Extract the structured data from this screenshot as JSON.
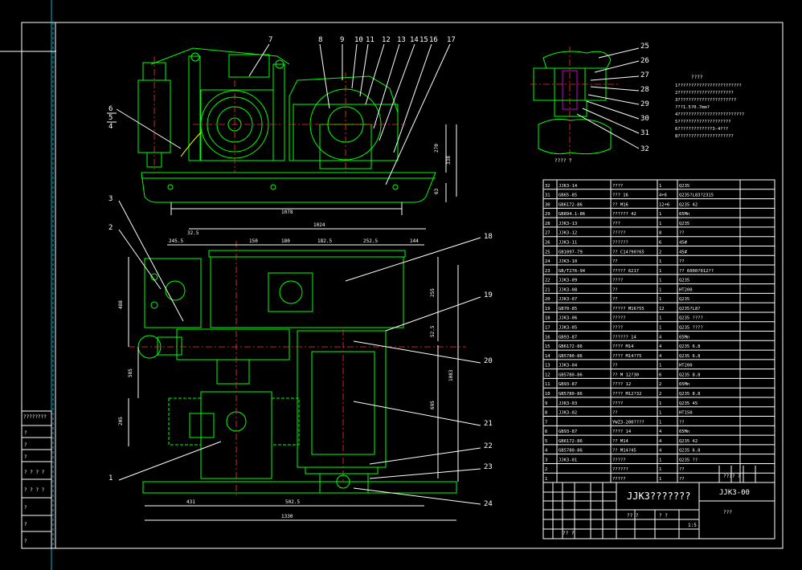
{
  "drawing": {
    "title_block": {
      "name": "JJK3???????",
      "code": "JJK3-00",
      "subtitle": "???",
      "scale": "1:5",
      "sheet_marks": [
        "?? ?",
        "? ?",
        "?? ?",
        "???? ?"
      ]
    },
    "tech_requirements": {
      "heading": "????",
      "lines": [
        "1????????????????????????",
        "2?????????????????????",
        "3??????????????????????",
        "  ???1.5?0.7mm?",
        "4?????????????????????????",
        "5????????????????????",
        "6?????????????3-4???",
        "8?????????????????????"
      ]
    },
    "side_view_caption": "???? ?",
    "balloons_top": [
      "7",
      "8",
      "9",
      "10",
      "11",
      "12",
      "13",
      "14",
      "15",
      "16",
      "17"
    ],
    "balloons_left": [
      "6",
      "5",
      "4"
    ],
    "balloons_plan": [
      "3",
      "2",
      "1"
    ],
    "balloons_right_plan": [
      "18",
      "19",
      "20",
      "21",
      "22",
      "23",
      "24"
    ],
    "balloons_side": [
      "25",
      "26",
      "27",
      "28",
      "29",
      "30",
      "31",
      "32"
    ],
    "dims_elevation": {
      "length": "1078",
      "h1": "270",
      "h2": "338",
      "h3": "63"
    },
    "dims_plan_top": [
      "32.5",
      "1024",
      "245.5",
      "150",
      "180",
      "182.5",
      "252.5",
      "144"
    ],
    "dims_plan_bottom": [
      "431",
      "502.5",
      "1330"
    ],
    "dims_plan_left": [
      "488",
      "585",
      "205"
    ],
    "dims_plan_right": [
      "255",
      "52.5",
      "1083",
      "695"
    ],
    "left_strip_label": "????????",
    "bom": [
      [
        "32",
        "JJK3-14",
        "????",
        "1",
        "Q235",
        ""
      ],
      [
        "31",
        "GB65-85",
        "??? 16",
        "4+6",
        "Q235?L83?2315",
        ""
      ],
      [
        "30",
        "GB6172-86",
        "?? M16",
        "12+6",
        "Q235  42",
        ""
      ],
      [
        "29",
        "GB894.1-86",
        "?????? 42",
        "1",
        "65Mn",
        ""
      ],
      [
        "28",
        "JJK3-13",
        "???",
        "1",
        "Q235",
        ""
      ],
      [
        "27",
        "JJK3-12",
        "?????",
        "8",
        "??",
        ""
      ],
      [
        "26",
        "JJK3-11",
        "??????",
        "6",
        "45#",
        ""
      ],
      [
        "25",
        "GB1097-79",
        "?? C14?90?65",
        "2",
        "45#",
        ""
      ],
      [
        "24",
        "JJK3-10",
        "??",
        "1",
        "??",
        ""
      ],
      [
        "23",
        "GB/T276-94",
        "?????  6217",
        "1",
        "?? 6000?012??",
        ""
      ],
      [
        "22",
        "JJK3-09",
        "????",
        "1",
        "Q235",
        ""
      ],
      [
        "21",
        "JJK3-08",
        "??",
        "1",
        "HT200",
        ""
      ],
      [
        "20",
        "JJK3-07",
        "??",
        "1",
        "Q235",
        ""
      ],
      [
        "19",
        "GB70-85",
        "?????  M16?55",
        "12",
        "Q235?L8?",
        ""
      ],
      [
        "18",
        "JJK3-06",
        "?????",
        "1",
        "Q235 ????",
        ""
      ],
      [
        "17",
        "JJK3-05",
        "????",
        "1",
        "Q235 ????",
        ""
      ],
      [
        "16",
        "GB93-87",
        "?????? 14",
        "4",
        "65Mn",
        ""
      ],
      [
        "15",
        "GB6172-86",
        "???? M14",
        "4",
        "Q235  6.8",
        ""
      ],
      [
        "14",
        "GB5780-86",
        "???? M14?75",
        "4",
        "Q235  6.8",
        ""
      ],
      [
        "13",
        "JJK3-04",
        "??",
        "1",
        "HT200",
        ""
      ],
      [
        "12",
        "GB5780-86",
        "?? M 12?30",
        "6",
        "Q235  8.8",
        ""
      ],
      [
        "11",
        "GB93-87",
        "????  12",
        "2",
        "65Mn",
        ""
      ],
      [
        "10",
        "GB5780-86",
        "???? M12?32",
        "2",
        "Q235  8.8",
        ""
      ],
      [
        "9",
        "JJK3-03",
        "????",
        "1",
        "Q235  45",
        ""
      ],
      [
        "8",
        "JJK3-02",
        "??",
        "1",
        "HT150",
        ""
      ],
      [
        "7",
        "",
        "YWZ3-200????",
        "1",
        "??",
        ""
      ],
      [
        "6",
        "GB93-87",
        "????  14",
        "4",
        "65Mn",
        ""
      ],
      [
        "5",
        "GB6172-86",
        "?? M14",
        "4",
        "Q235  42",
        ""
      ],
      [
        "4",
        "GB5780-86",
        "?? M14?45",
        "4",
        "Q235  6.8",
        ""
      ],
      [
        "3",
        "JJK3-01",
        "?????",
        "1",
        "Q235 ??",
        ""
      ],
      [
        "2",
        "",
        "??????",
        "1",
        "??",
        ""
      ],
      [
        "1",
        "",
        "?????",
        "1",
        "??",
        ""
      ]
    ]
  }
}
